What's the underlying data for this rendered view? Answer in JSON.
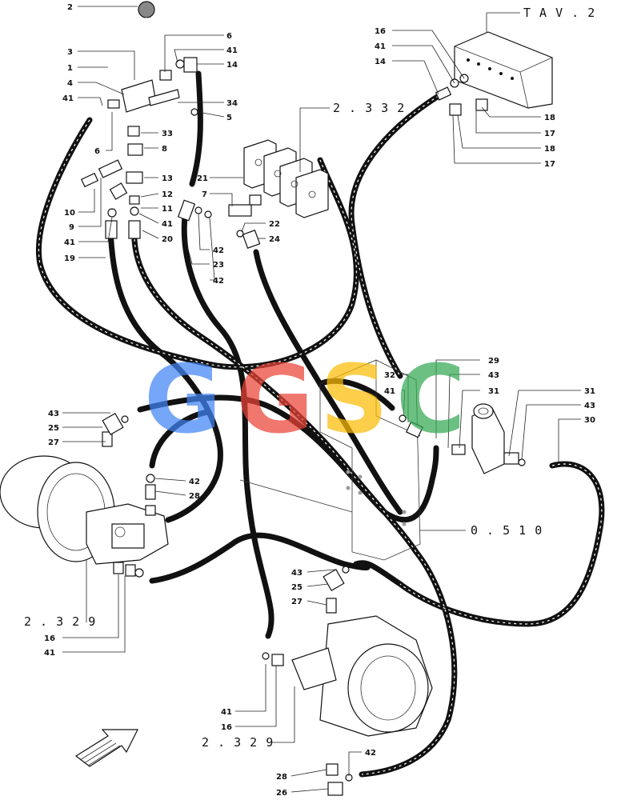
{
  "watermark": {
    "letters": [
      "G",
      "G",
      "S",
      "C"
    ],
    "colors": [
      "#4285f4",
      "#ea4335",
      "#fbbc05",
      "#34a853"
    ]
  },
  "refs": {
    "tav2": "T A V . 2",
    "r2332": "2 . 3 3 2",
    "r0510": "0 . 5 1 0",
    "r2329a": "2 . 3 2 9",
    "r2329b": "2 . 3 2 9"
  },
  "labels": {
    "l2": "2",
    "l3": "3",
    "l1": "1",
    "l4": "4",
    "l41a": "41",
    "l6a": "6",
    "l6b": "6",
    "l41b": "41",
    "l14a": "14",
    "l34": "34",
    "l5": "5",
    "l33": "33",
    "l8": "8",
    "l13": "13",
    "l12": "12",
    "l11": "11",
    "l41c": "41",
    "l20": "20",
    "l10": "10",
    "l9": "9",
    "l41d": "41",
    "l19": "19",
    "l21": "21",
    "l7": "7",
    "l22": "22",
    "l24": "24",
    "l42a": "42",
    "l23": "23",
    "l42b": "42",
    "l16a": "16",
    "l41e": "41",
    "l14b": "14",
    "l18a": "18",
    "l17a": "17",
    "l18b": "18",
    "l17b": "17",
    "l29": "29",
    "l32": "32",
    "l43a": "43",
    "l41f": "41",
    "l31a": "31",
    "l31b": "31",
    "l43b": "43",
    "l30": "30",
    "l43c": "43",
    "l25a": "25",
    "l27a": "27",
    "l42c": "42",
    "l28a": "28",
    "l16b": "16",
    "l41g": "41",
    "l43d": "43",
    "l25b": "25",
    "l27b": "27",
    "l41h": "41",
    "l16c": "16",
    "l42d": "42",
    "l28b": "28",
    "l26": "26"
  }
}
